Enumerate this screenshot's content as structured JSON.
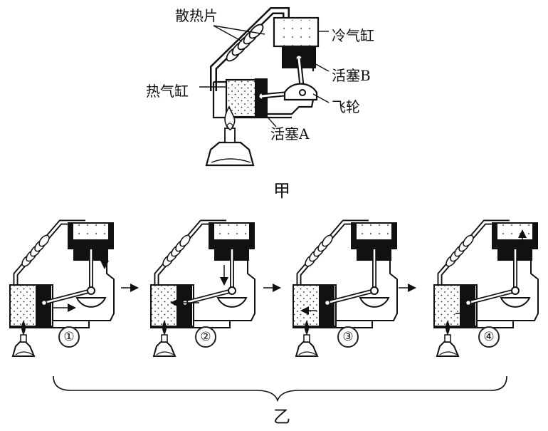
{
  "diagram": {
    "top_labels": {
      "heat_sink": "散热片",
      "cold_cylinder": "冷气缸",
      "piston_b": "活塞B",
      "hot_cylinder": "热气缸",
      "flywheel": "飞轮",
      "piston_a": "活塞A"
    },
    "top_caption": "甲",
    "bottom_caption": "乙",
    "steps": [
      {
        "number": "①"
      },
      {
        "number": "②"
      },
      {
        "number": "③"
      },
      {
        "number": "④"
      }
    ]
  },
  "colors": {
    "ink": "#111111",
    "fill": "#ffffff"
  },
  "icons": [
    "alcohol-lamp-icon",
    "flywheel-icon",
    "arrow-right-icon"
  ]
}
